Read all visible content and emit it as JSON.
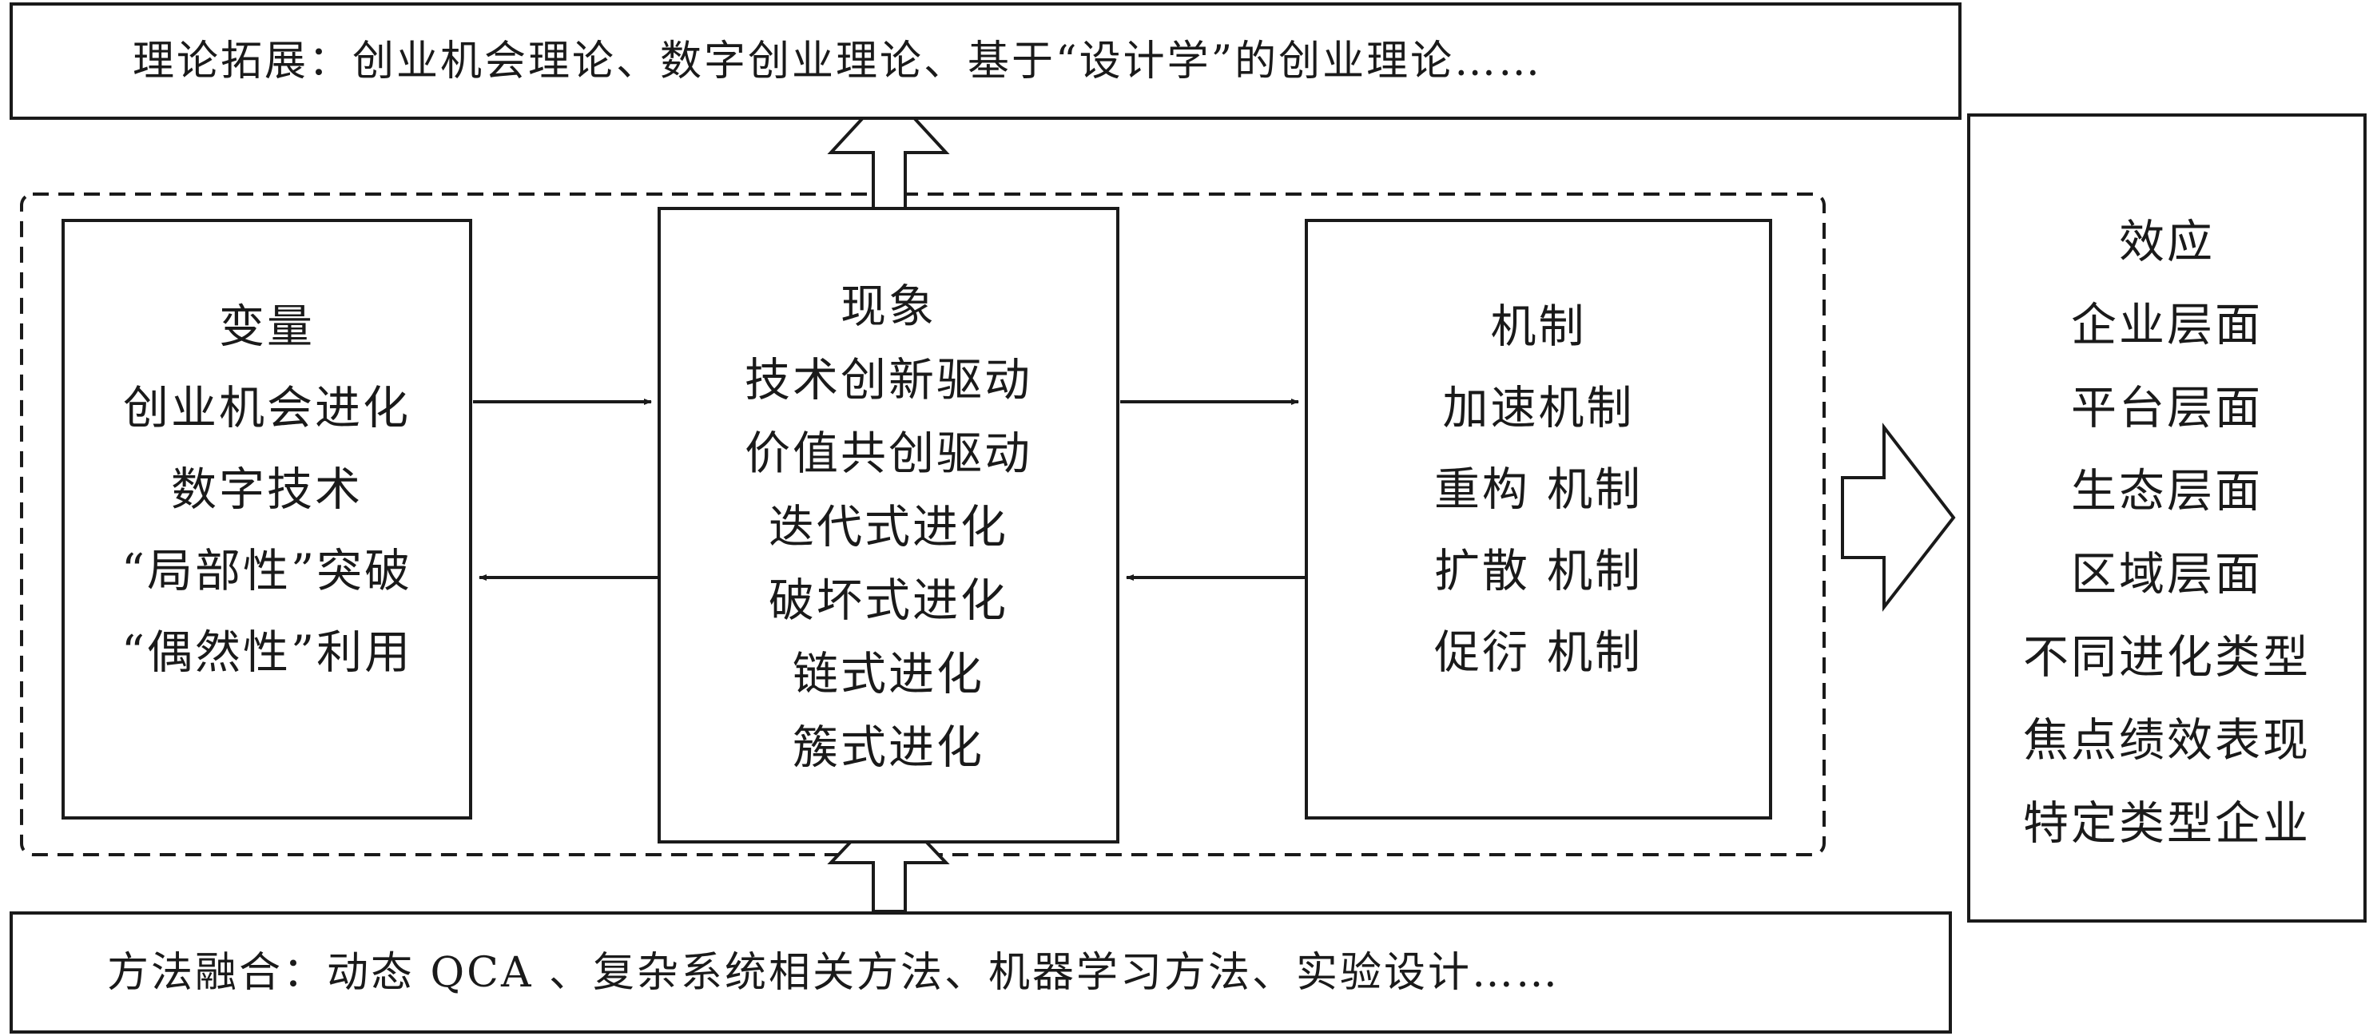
{
  "theory": {
    "text": "理论拓展：创业机会理论、数字创业理论、基于“设计学”的创业理论……"
  },
  "method": {
    "text": "方法融合：动态 QCA 、复杂系统相关方法、机器学习方法、实验设计……"
  },
  "variable": {
    "title": "变量",
    "items": [
      "创业机会进化",
      "数字技术",
      "“局部性”突破",
      "“偶然性”利用"
    ]
  },
  "phenomenon": {
    "title": "现象",
    "items": [
      "技术创新驱动",
      "价值共创驱动",
      "迭代式进化",
      "破坏式进化",
      "链式进化",
      "簇式进化"
    ]
  },
  "mechanism": {
    "title": "机制",
    "items": [
      "加速机制",
      "重构 机制",
      "扩散 机制",
      "促衍 机制"
    ]
  },
  "effect": {
    "title": "效应",
    "items": [
      "企业层面",
      "平台层面",
      "生态层面",
      "区域层面",
      "不同进化类型",
      "焦点绩效表现",
      "特定类型企业"
    ]
  }
}
